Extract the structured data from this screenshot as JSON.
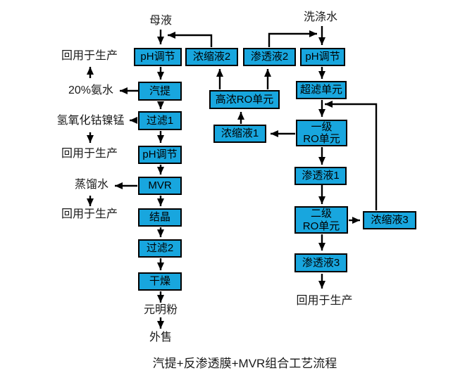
{
  "diagram": {
    "caption": "汽提+反渗透膜+MVR组合工艺流程",
    "colors": {
      "box_fill": "#18A6DE",
      "box_border": "#000000",
      "arrow": "#000000",
      "background": "#FFFFFF"
    },
    "nodes": {
      "mother_liquor": "母液",
      "wash_water": "洗涤水",
      "ph_adjust_1": "pH调节",
      "concentrate_2": "浓缩液2",
      "permeate_2": "渗透液2",
      "ph_adjust_3": "pH调节",
      "stripping": "汽提",
      "ultrafiltration": "超滤单元",
      "high_conc_ro": "高浓RO单元",
      "filter_1": "过滤1",
      "stage1_ro": "一级\nRO单元",
      "concentrate_1": "浓缩液1",
      "ph_adjust_2": "pH调节",
      "permeate_1": "渗透液1",
      "mvr": "MVR",
      "stage2_ro": "二级\nRO单元",
      "concentrate_3": "浓缩液3",
      "crystallization": "结晶",
      "filter_2": "过滤2",
      "permeate_3": "渗透液3",
      "drying": "干燥",
      "sodium_sulfate": "元明粉",
      "external_sale": "外售",
      "reuse_1": "回用于生产",
      "ammonia": "20%氨水",
      "cobalt_nickel_manganese_hydroxide": "氢氧化钴镍锰",
      "reuse_2": "回用于生产",
      "distilled_water": "蒸馏水",
      "reuse_3": "回用于生产",
      "reuse_4": "回用于生产"
    },
    "edges": [
      [
        [
          228,
          42
        ],
        [
          228,
          63
        ]
      ],
      [
        [
          300,
          67
        ],
        [
          300,
          50
        ],
        [
          238,
          50
        ]
      ],
      [
        [
          228,
          95
        ],
        [
          228,
          113
        ]
      ],
      [
        [
          228,
          144
        ],
        [
          228,
          155
        ]
      ],
      [
        [
          228,
          186
        ],
        [
          228,
          203
        ]
      ],
      [
        [
          228,
          234
        ],
        [
          228,
          248
        ]
      ],
      [
        [
          228,
          278
        ],
        [
          228,
          293
        ]
      ],
      [
        [
          228,
          323
        ],
        [
          228,
          337
        ]
      ],
      [
        [
          228,
          367
        ],
        [
          228,
          384
        ]
      ],
      [
        [
          228,
          414
        ],
        [
          228,
          430
        ]
      ],
      [
        [
          228,
          451
        ],
        [
          228,
          467
        ]
      ],
      [
        [
          196,
          129
        ],
        [
          170,
          129
        ]
      ],
      [
        [
          128,
          111
        ],
        [
          128,
          95
        ]
      ],
      [
        [
          195,
          171
        ],
        [
          184,
          171
        ]
      ],
      [
        [
          128,
          188
        ],
        [
          128,
          203
        ]
      ],
      [
        [
          195,
          264
        ],
        [
          163,
          264
        ]
      ],
      [
        [
          128,
          278
        ],
        [
          128,
          293
        ]
      ],
      [
        [
          457,
          37
        ],
        [
          457,
          64
        ]
      ],
      [
        [
          382,
          67
        ],
        [
          382,
          48
        ],
        [
          450,
          48
        ]
      ],
      [
        [
          457,
          95
        ],
        [
          457,
          112
        ]
      ],
      [
        [
          457,
          142
        ],
        [
          457,
          166
        ]
      ],
      [
        [
          534,
          299
        ],
        [
          534,
          148
        ],
        [
          461,
          148
        ]
      ],
      [
        [
          419,
          190
        ],
        [
          384,
          190
        ]
      ],
      [
        [
          342,
          176
        ],
        [
          342,
          159
        ]
      ],
      [
        [
          312,
          127
        ],
        [
          312,
          98
        ]
      ],
      [
        [
          380,
          127
        ],
        [
          380,
          98
        ]
      ],
      [
        [
          457,
          209
        ],
        [
          457,
          234
        ]
      ],
      [
        [
          457,
          263
        ],
        [
          457,
          290
        ]
      ],
      [
        [
          495,
          313
        ],
        [
          511,
          313
        ]
      ],
      [
        [
          457,
          333
        ],
        [
          457,
          356
        ]
      ],
      [
        [
          457,
          389
        ],
        [
          457,
          410
        ]
      ]
    ]
  }
}
